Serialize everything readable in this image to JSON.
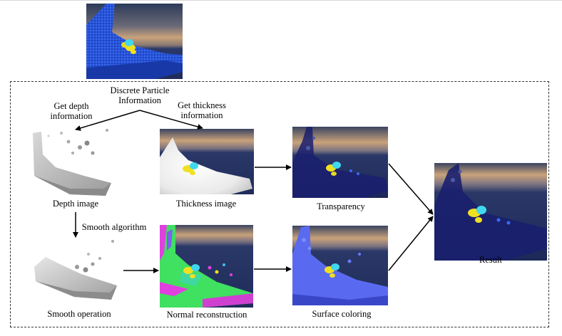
{
  "labels": {
    "discrete_particle": [
      "Discrete Particle",
      "Information"
    ],
    "get_depth": [
      "Get depth",
      "information"
    ],
    "get_thickness": [
      "Get thickness",
      "information"
    ],
    "depth_image": "Depth image",
    "thickness_image": "Thickness image",
    "transparency": "Transparency",
    "smooth_algorithm": "Smooth algorithm",
    "smooth_operation": "Smooth operation",
    "normal_reconstruction": "Normal reconstruction",
    "surface_coloring": "Surface coloring",
    "result": "Result"
  },
  "colors": {
    "sky_top": "#2a3a5c",
    "cloud": "#c9a27a",
    "sea": "#23315e",
    "fluid_blue": "#2a57d8",
    "fluid_dark": "#1a1f6e",
    "highlight_yellow": "#f0e020",
    "highlight_cyan": "#3fd8f0",
    "normal_green": "#40e060",
    "normal_magenta": "#e040e0",
    "surface_blue": "#5a6af0",
    "depth_gray": "#c8c8c8"
  }
}
